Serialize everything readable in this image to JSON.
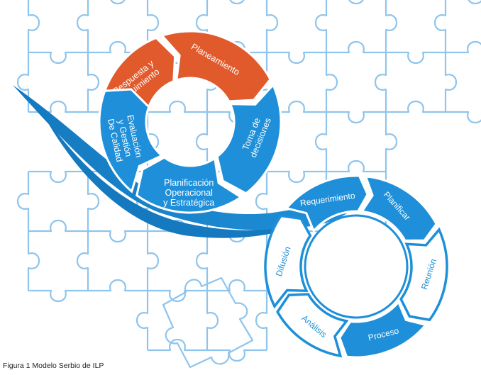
{
  "colors": {
    "orange": "#e15a2c",
    "blue": "#1e8fd8",
    "blue_dark": "#1479bf",
    "puzzle_line": "#8fc4ec",
    "white": "#ffffff"
  },
  "top_cycle": {
    "segments": [
      {
        "label_lines": [
          "Respuesta y",
          "seguimiento"
        ],
        "color": "orange"
      },
      {
        "label_lines": [
          "Planeamiento"
        ],
        "color": "orange"
      },
      {
        "label_lines": [
          "Toma de",
          "decisiones"
        ],
        "color": "blue"
      },
      {
        "label_lines": [
          "Planificación",
          "Operacional",
          "y Estratégica"
        ],
        "color": "blue"
      },
      {
        "label_lines": [
          "Evaluación",
          "y Gestión",
          "De Calidad"
        ],
        "color": "blue"
      }
    ]
  },
  "bottom_cycle": {
    "segments": [
      {
        "label": "Requerimiento",
        "style": "filled"
      },
      {
        "label": "Planificar",
        "style": "filled"
      },
      {
        "label": "Reunión",
        "style": "outline"
      },
      {
        "label": "Proceso",
        "style": "filled"
      },
      {
        "label": "Análisis",
        "style": "outline"
      },
      {
        "label": "Difusión",
        "style": "outline"
      }
    ]
  },
  "caption": "Figura 1 Modelo Serbio de ILP"
}
